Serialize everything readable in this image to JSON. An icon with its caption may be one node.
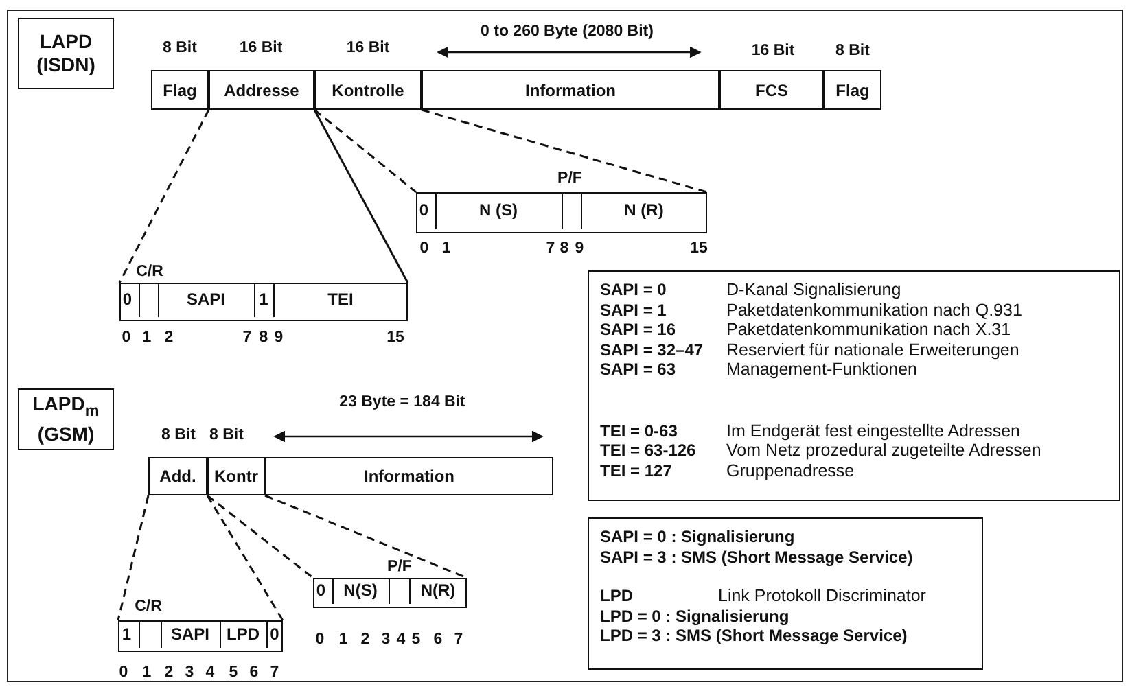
{
  "diagram": {
    "nodes": [
      {
        "text": [
          "LAPD (ISDN)"
        ]
      },
      {
        "text": [
          "Flag"
        ]
      },
      {
        "text": [
          "Addresse"
        ]
      },
      {
        "text": [
          "Kontrolle"
        ]
      },
      {
        "text": [
          "Information"
        ]
      },
      {
        "text": [
          "FCS"
        ]
      },
      {
        "text": [
          "Flag"
        ]
      },
      {
        "text": [],
        "shape": "box"
      },
      {
        "text": [
          "0"
        ],
        "in": 7
      },
      {
        "text": [
          "N (S)"
        ],
        "in": 7
      },
      {
        "text": [],
        "shape": "box",
        "in": 7
      },
      {
        "text": [
          "N (R)"
        ],
        "in": 7
      },
      {
        "text": [],
        "shape": "box"
      },
      {
        "text": [
          "0"
        ],
        "in": 12
      },
      {
        "text": [],
        "shape": "box",
        "in": 12
      },
      {
        "text": [
          "SAPI"
        ],
        "in": 12
      },
      {
        "text": [
          "1"
        ],
        "in": 12
      },
      {
        "text": [
          "TEI"
        ],
        "in": 12
      },
      {
        "text": [
          "SAPI = 0",
          "D-Kanal Signalisierung",
          "SAPI = 1",
          "Paketdatenkommunikation nach Q.931",
          "SAPI = 16",
          "Paketdatenkommunikation nach X.31",
          "SAPI = 32–47",
          "Reserviert für nationale Erweiterungen",
          "SAPI = 63",
          "Management-Funktionen",
          "TEI = 0-63",
          "Im Endgerät fest eingestellte Adressen",
          "TEI = 63-126",
          "Vom Netz prozedural zugeteilte Adressen",
          "TEI = 127",
          "Gruppenadresse"
        ]
      },
      {
        "text": [
          "LAPD$_{m}$ (GSM)"
        ]
      },
      {
        "text": [
          "Add."
        ]
      },
      {
        "text": [
          "Kontr"
        ]
      },
      {
        "text": [
          "Information"
        ]
      },
      {
        "text": [],
        "shape": "box"
      },
      {
        "text": [
          "1"
        ],
        "in": 23
      },
      {
        "text": [],
        "shape": "box",
        "in": 23
      },
      {
        "text": [
          "SAPI"
        ],
        "in": 23
      },
      {
        "text": [
          "LPD"
        ],
        "in": 23
      },
      {
        "text": [
          "0"
        ],
        "in": 23
      },
      {
        "text": [],
        "shape": "box"
      },
      {
        "text": [
          "0"
        ],
        "in": 29
      },
      {
        "text": [
          "N(S)"
        ],
        "in": 29
      },
      {
        "text": [],
        "shape": "box",
        "in": 29
      },
      {
        "text": [
          "N(R)"
        ],
        "in": 29
      },
      {
        "text": [
          "SAPI = 0 : Signalisierung",
          "SAPI = 3 : SMS (Short Message Service)",
          "LPD",
          "Link Protokoll Discriminator",
          "LPD = 0 : Signalisierung",
          "LPD = 3 : SMS (Short Message Service)"
        ]
      }
    ],
    "edges": [
      {
        "from": 2,
        "to": 12,
        "arrow": "none",
        "style": "dashed"
      },
      {
        "from": 2,
        "to": 12,
        "arrow": "none"
      },
      {
        "from": 3,
        "to": 7,
        "arrow": "none",
        "style": "dashed"
      },
      {
        "from": 3,
        "to": 7,
        "arrow": "none",
        "style": "dashed"
      },
      {
        "from": 20,
        "to": 23,
        "arrow": "none",
        "style": "dashed"
      },
      {
        "from": 20,
        "to": 23,
        "arrow": "none",
        "style": "dashed"
      },
      {
        "from": 21,
        "to": 29,
        "arrow": "none",
        "style": "dashed"
      },
      {
        "from": 21,
        "to": 29,
        "arrow": "none",
        "style": "dashed"
      }
    ],
    "labels": [
      "8 Bit",
      "16 Bit",
      "16 Bit",
      "0 to 260 Byte (2080 Bit)",
      "16 Bit",
      "8 Bit",
      "P/F",
      "0",
      "1",
      "7",
      "8",
      "9",
      "15",
      "C/R",
      "0",
      "1",
      "2",
      "7",
      "8",
      "9",
      "15",
      "8 Bit",
      "8 Bit",
      "23 Byte = 184 Bit",
      "P/F",
      "0",
      "1",
      "2",
      "3",
      "4",
      "5",
      "6",
      "7",
      "C/R",
      "0",
      "1",
      "2",
      "3",
      "4",
      "5",
      "6",
      "7"
    ]
  }
}
